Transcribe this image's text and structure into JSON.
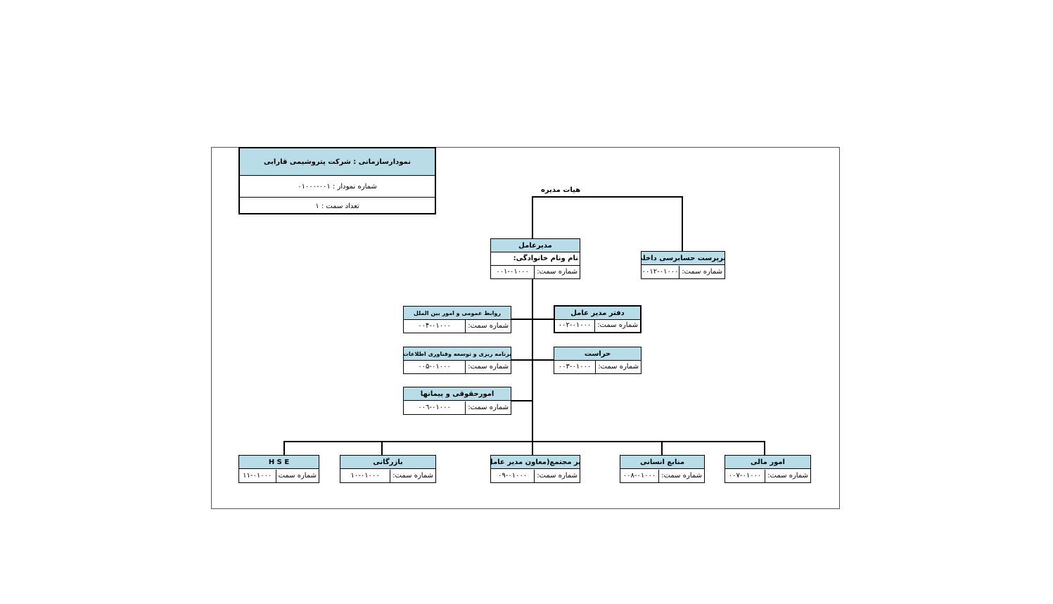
{
  "chart_info": {
    "title": "نمودارسازمانی : شرکت  پتروشیمی قارابی",
    "number_label": "شماره نمودار : ۰۰۱-۰۱۰۰۰",
    "count_label": "تعداد سمت  : ۱"
  },
  "board_label": "هیات مدیره",
  "code_label": "شماره سمت:",
  "code_label_nocolon": "شماره سمت",
  "positions": {
    "ceo": {
      "title": "مدیرعامل",
      "name": "نام ونام خانوادگی:",
      "code": "۰۰۱-۰۱۰۰۰"
    },
    "audit": {
      "title": "سرپرست حسابرسی داخلی",
      "code": "۰۰۱۲-۰۱۰۰۰"
    },
    "ceo_office": {
      "title": "دفتر مدیر عامل",
      "code": "۰۰۲-۰۱۰۰۰"
    },
    "security": {
      "title": "حراست",
      "code": "۰۰۳-۰۱۰۰۰"
    },
    "public_relations": {
      "title": "روابط عمومی و امور بین الملل",
      "code": "۰۰۴-۰۱۰۰۰"
    },
    "planning_it": {
      "title": "برنامه ریزی و توسعه وفناوری اطلاعات",
      "code": "۰۰۵-۰۱۰۰۰"
    },
    "legal": {
      "title": "امورحقوقی و پیمانها",
      "code": "۰۰٦-۰۱۰۰۰"
    },
    "finance": {
      "title": "امور مالی",
      "code": "۰۰۷-۰۱۰۰۰"
    },
    "hr": {
      "title": "منابع انسانی",
      "code": "۰۰۸-۰۱۰۰۰"
    },
    "complex_manager": {
      "title": "مدیر مجتمع(معاون مدیر عامل  )",
      "code": "۰۹-۰۱۰۰۰"
    },
    "commerce": {
      "title": "بازرگانی",
      "code": "۱۰-۰۱۰۰۰"
    },
    "hse": {
      "title": "H S E",
      "code": "۱۱-۰۱۰۰۰"
    }
  },
  "colors": {
    "header_fill": "#b8dde8",
    "line": "#000000"
  }
}
